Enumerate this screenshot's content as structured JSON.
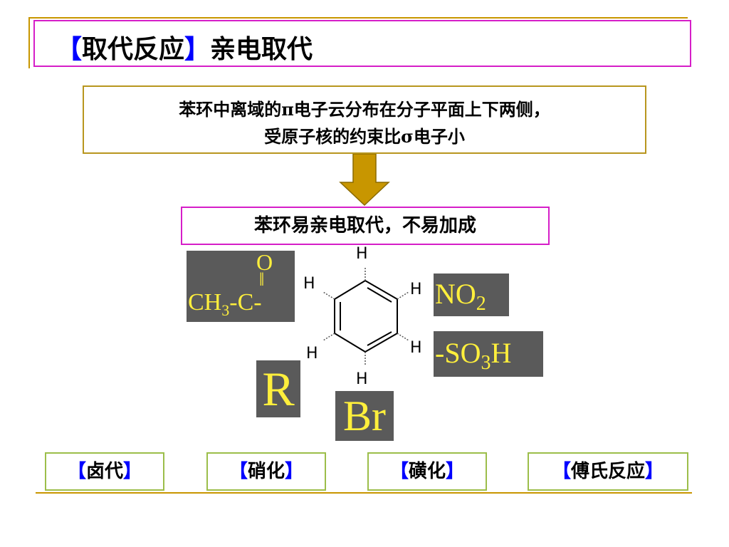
{
  "title": {
    "bracket_open": "【",
    "bracket_text": "取代反应",
    "bracket_close": "】",
    "main": "亲电取代"
  },
  "description": {
    "line1": "苯环中离域的π电子云分布在分子平面上下两侧，",
    "line2": "受原子核的约束比σ电子小"
  },
  "conclusion": "苯环易亲电取代，不易加成",
  "molecule": {
    "h_labels": [
      "H",
      "H",
      "H",
      "H",
      "H",
      "H"
    ]
  },
  "substituents": {
    "acyl": {
      "o": "O",
      "double_bond": "‖",
      "ch3": "CH",
      "sub3": "3",
      "dash1": "-",
      "c": "C",
      "dash2": "-"
    },
    "nitro": {
      "no": "NO",
      "sub": "2"
    },
    "sulfo": {
      "pre": "-SO",
      "sub": "3",
      "post": "H"
    },
    "alkyl": "R",
    "bromo": "Br"
  },
  "reaction_types": [
    {
      "open": "【",
      "label": "卤代",
      "close": "】"
    },
    {
      "open": "【",
      "label": "硝化",
      "close": "】"
    },
    {
      "open": "【",
      "label": "磺化",
      "close": "】"
    },
    {
      "open": "【",
      "label": "傅氏反应",
      "close": "】"
    }
  ],
  "colors": {
    "title_border": "#d61ec8",
    "desc_border": "#b8961e",
    "button_border": "#9cbe4a",
    "chip_bg": "#5a5a5a",
    "chip_text": "#ffef3c",
    "bracket": "#0000ff",
    "arrow": "#c89600"
  }
}
